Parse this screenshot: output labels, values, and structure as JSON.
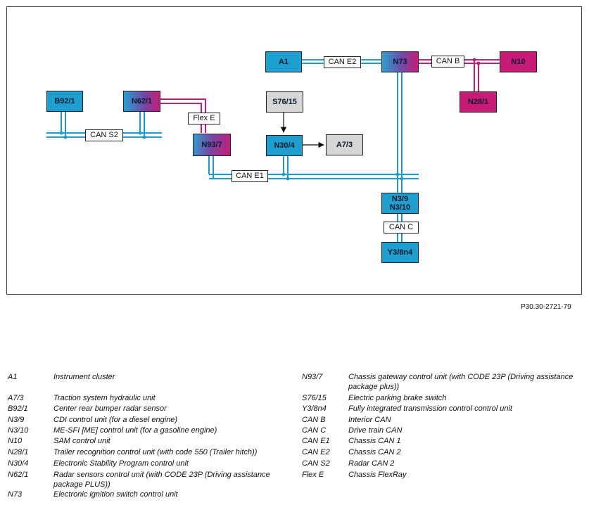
{
  "figure_ref": "P30.30-2721-79",
  "nodes": {
    "a1": "A1",
    "n73": "N73",
    "n10": "N10",
    "n28_1": "N28/1",
    "b92_1": "B92/1",
    "n62_1": "N62/1",
    "s76_15": "S76/15",
    "n93_7": "N93/7",
    "n30_4": "N30/4",
    "a7_3": "A7/3",
    "n3_9": "N3/9\nN3/10",
    "y3_8n4": "Y3/8n4"
  },
  "buses": {
    "can_e2": "CAN E2",
    "can_b": "CAN B",
    "flex_e": "Flex E",
    "can_s2": "CAN S2",
    "can_e1": "CAN E1",
    "can_c": "CAN C"
  },
  "colors": {
    "can_line": "#1a9ccc",
    "flex_line": "#c81b78",
    "unit_blue": "#1f9fd0",
    "unit_magenta": "#c81b78",
    "unit_grey": "#d6d6d6"
  },
  "legend": {
    "left": [
      {
        "code": "A1",
        "desc": "Instrument cluster"
      },
      {
        "code": "A7/3",
        "desc": "Traction system hydraulic unit"
      },
      {
        "code": "B92/1",
        "desc": "Center rear bumper radar sensor"
      },
      {
        "code": "N3/9",
        "desc": "CDI control unit (for a diesel engine)"
      },
      {
        "code": "N3/10",
        "desc": "ME-SFI [ME] control unit (for a gasoline engine)"
      },
      {
        "code": "N10",
        "desc": "SAM control unit"
      },
      {
        "code": "N28/1",
        "desc": "Trailer recognition control unit (with code 550 (Trailer hitch))"
      },
      {
        "code": "N30/4",
        "desc": "Electronic Stability Program control unit"
      },
      {
        "code": "N62/1",
        "desc": "Radar sensors control unit (with CODE 23P (Driving assistance package PLUS))"
      },
      {
        "code": "N73",
        "desc": "Electronic ignition switch control unit"
      }
    ],
    "right": [
      {
        "code": "N93/7",
        "desc": "Chassis gateway control unit (with CODE 23P (Driving assistance package plus))"
      },
      {
        "code": "S76/15",
        "desc": "Electric parking brake switch"
      },
      {
        "code": "Y3/8n4",
        "desc": "Fully integrated transmission control control unit"
      },
      {
        "code": "CAN B",
        "desc": "Interior CAN"
      },
      {
        "code": "CAN C",
        "desc": "Drive train CAN"
      },
      {
        "code": "CAN E1",
        "desc": "Chassis CAN 1"
      },
      {
        "code": "CAN E2",
        "desc": "Chassis CAN 2"
      },
      {
        "code": "CAN S2",
        "desc": "Radar CAN 2"
      },
      {
        "code": "Flex E",
        "desc": "Chassis FlexRay"
      }
    ]
  }
}
